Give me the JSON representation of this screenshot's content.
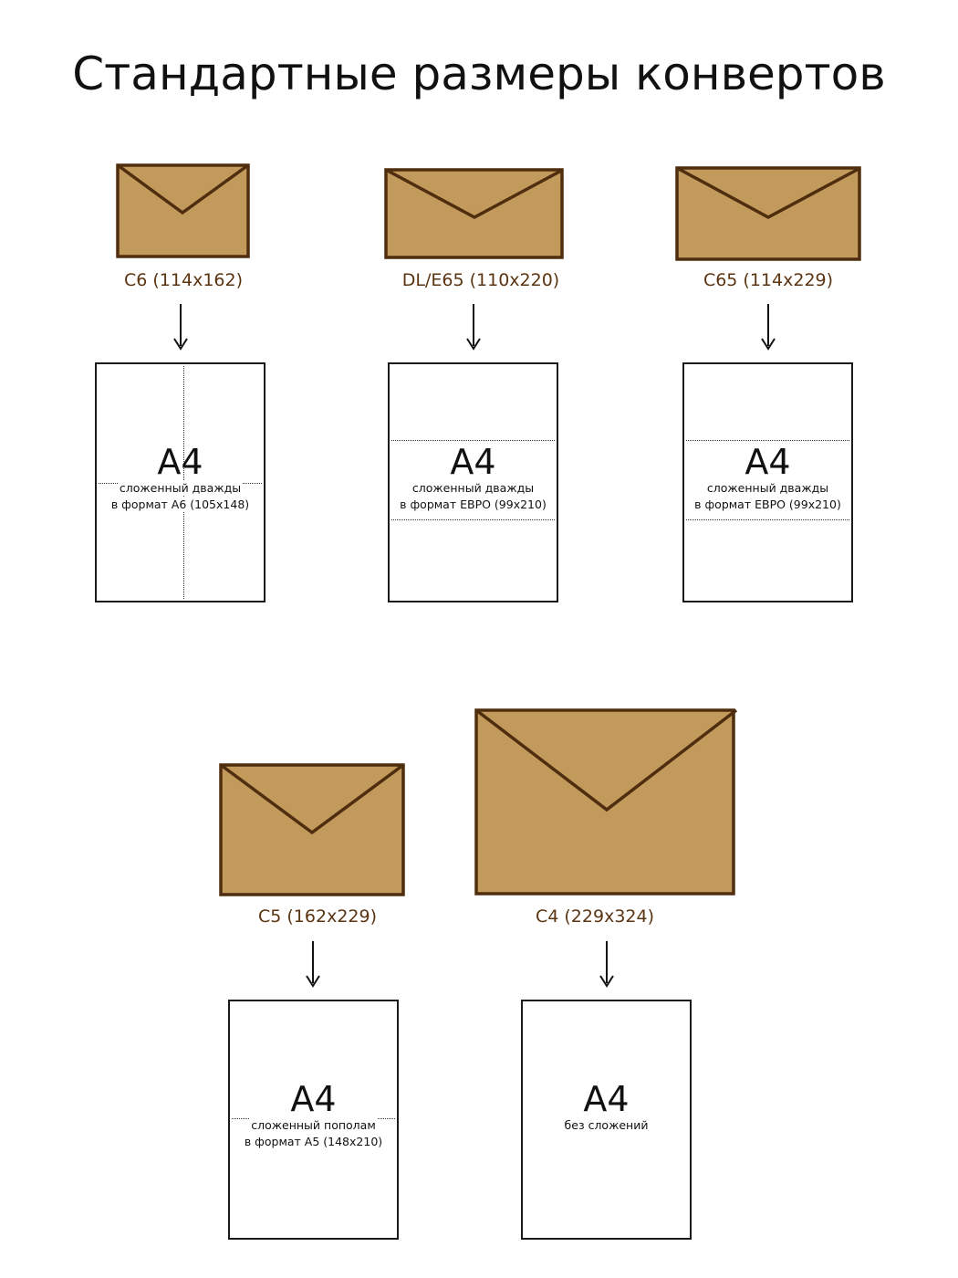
{
  "title": "Стандартные размеры конвертов",
  "colors": {
    "envelope_fill": "#c19a5c",
    "envelope_stroke": "#4f2d0f",
    "label": "#5b3511",
    "sheet_border": "#1a1a1a"
  },
  "items": [
    {
      "envelope_label": "C6 (114x162)",
      "sheet_title": "A4",
      "sheet_line1": "сложенный дважды",
      "sheet_line2": "в формат А6 (105x148)"
    },
    {
      "envelope_label": "DL/E65 (110x220)",
      "sheet_title": "A4",
      "sheet_line1": "сложенный дважды",
      "sheet_line2": "в формат ЕВРО (99x210)"
    },
    {
      "envelope_label": "C65 (114x229)",
      "sheet_title": "A4",
      "sheet_line1": "сложенный дважды",
      "sheet_line2": "в формат ЕВРО (99x210)"
    },
    {
      "envelope_label": "C5 (162x229)",
      "sheet_title": "A4",
      "sheet_line1": "сложенный пополам",
      "sheet_line2": "в формат А5 (148x210)"
    },
    {
      "envelope_label": "C4 (229x324)",
      "sheet_title": "A4",
      "sheet_line1": "без сложений",
      "sheet_line2": ""
    }
  ]
}
